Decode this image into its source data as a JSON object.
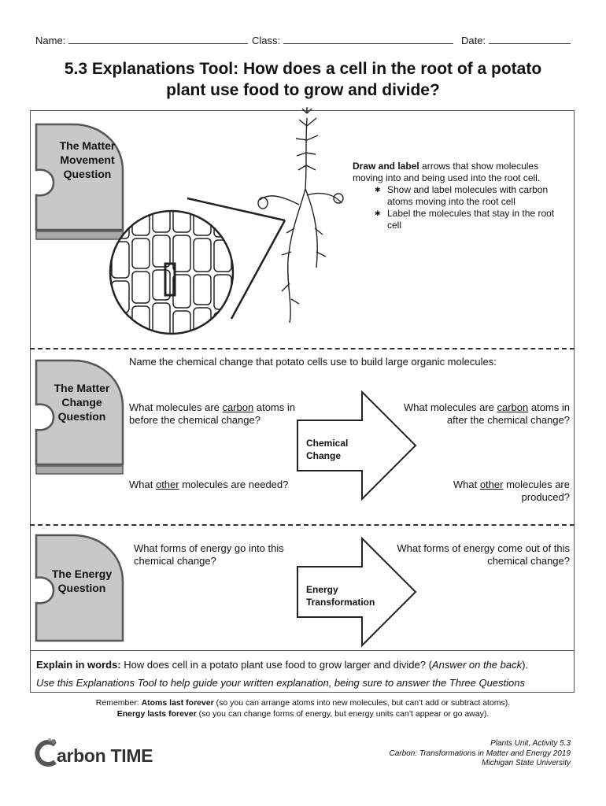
{
  "header": {
    "name_label": "Name:",
    "class_label": "Class:",
    "date_label": "Date:"
  },
  "title_line1": "5.3 Explanations Tool: How does a cell in the root of a potato",
  "title_line2": "plant use food to grow and divide?",
  "sections": {
    "matter_movement": {
      "puzzle_label": "The Matter Movement Question",
      "instruction_bold": "Draw and label",
      "instruction_rest": " arrows that show molecules moving into and being used into the root cell.",
      "bullets": [
        "Show and label molecules with carbon atoms moving into the root cell",
        "Label the molecules that stay in the root cell"
      ]
    },
    "matter_change": {
      "puzzle_label": "The Matter Change Question",
      "name_prompt": "Name the chemical change that potato cells use to build large organic molecules:",
      "in_carbon_pre": "What molecules are ",
      "in_carbon_u": "carbon",
      "in_carbon_post": " atoms in before the chemical change?",
      "out_carbon_pre": "What molecules are ",
      "out_carbon_u": "carbon",
      "out_carbon_post": " atoms in after the chemical change?",
      "in_other_pre": "What ",
      "in_other_u": "other",
      "in_other_post": " molecules are needed?",
      "out_other_pre": "What ",
      "out_other_u": "other",
      "out_other_post": " molecules are produced?",
      "arrow_label": "Chemical Change"
    },
    "energy": {
      "puzzle_label": "The Energy Question",
      "energy_in": "What forms of energy go into this chemical change?",
      "energy_out": "What forms of energy come out of this chemical change?",
      "arrow_label": "Energy Transformation"
    }
  },
  "explain": {
    "bold": "Explain in words:",
    "text": " How does cell in a potato plant use food to grow larger and divide? (",
    "italic": "Answer on the back",
    "end": ").",
    "guide": "Use this Explanations Tool to help guide your written explanation, being sure to answer the Three Questions"
  },
  "remember": {
    "lead": "Remember: ",
    "atoms_bold": "Atoms last forever",
    "atoms_rest": " (so you can arrange atoms into new molecules, but can’t add or subtract atoms).",
    "energy_bold": "Energy lasts forever",
    "energy_rest": " (so you can change forms of energy, but energy units can’t appear or go away)."
  },
  "logo": {
    "text": "arbon TIME"
  },
  "credits": {
    "line1": "Plants Unit, Activity 5.3",
    "line2": "Carbon: Transformations in Matter and Energy 2019",
    "line3": "Michigan State University"
  },
  "colors": {
    "puzzle_fill": "#c8c8c8",
    "puzzle_stroke": "#555555",
    "puzzle_base": "#a9a9a9"
  }
}
